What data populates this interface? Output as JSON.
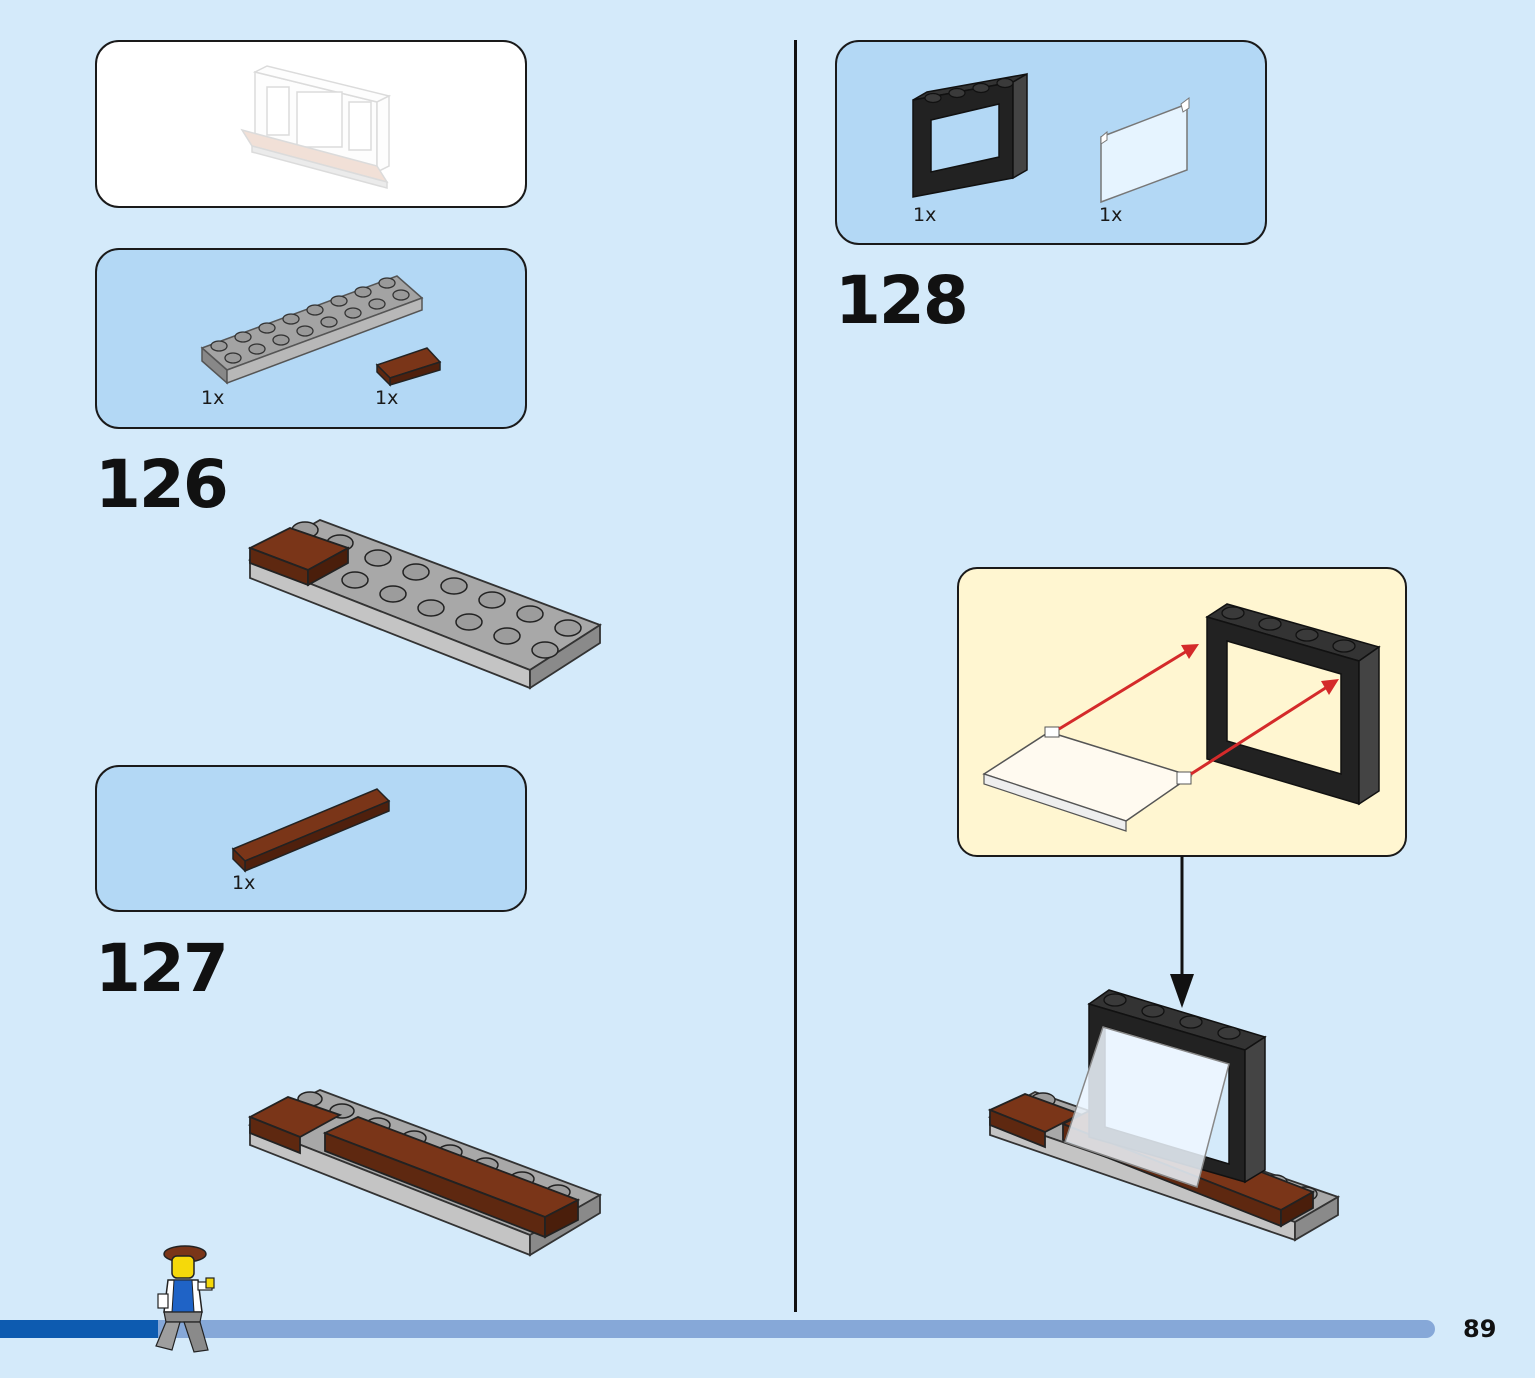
{
  "page_number": "89",
  "progress": {
    "fraction": 0.11
  },
  "steps": [
    {
      "number": "126",
      "parts": [
        {
          "qty": "1x"
        },
        {
          "qty": "1x"
        }
      ]
    },
    {
      "number": "127",
      "parts": [
        {
          "qty": "1x"
        }
      ]
    },
    {
      "number": "128",
      "parts": [
        {
          "qty": "1x"
        },
        {
          "qty": "1x"
        }
      ]
    }
  ],
  "colors": {
    "background": "#d4eafa",
    "parts_panel": "#b3d8f5",
    "callout_panel": "#fff6d1",
    "progress_track": "#86a8d8",
    "progress_fill": "#0d5bb0",
    "arrow_red": "#d42a2a",
    "brick_gray": "#a3a3a3",
    "brick_brown": "#6b2e16",
    "brick_black": "#222222"
  },
  "icons": [
    "minifigure-icon"
  ]
}
